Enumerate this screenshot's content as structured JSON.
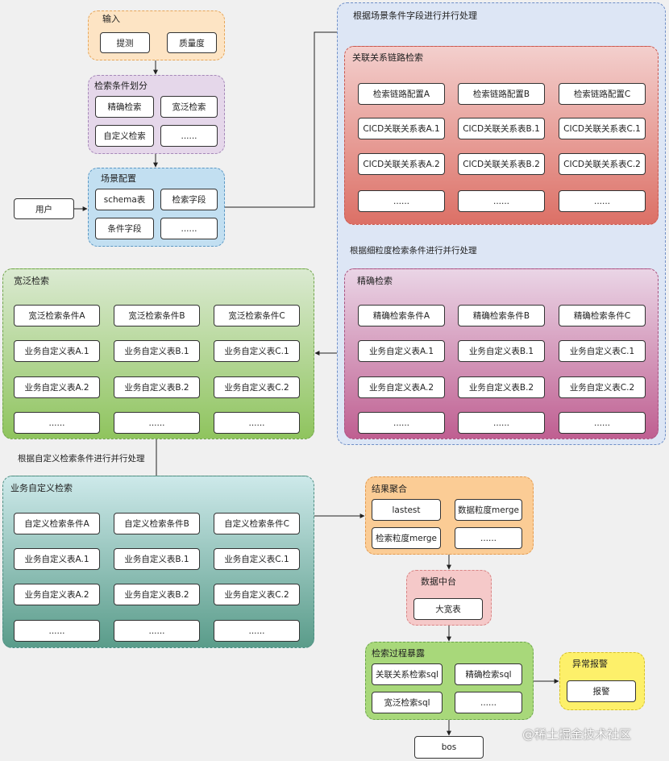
{
  "input": {
    "title": "输入",
    "probe": "提测",
    "quality": "质量度"
  },
  "conditions": {
    "title": "检索条件划分",
    "items": [
      "精确检索",
      "宽泛检索",
      "自定义检索",
      "......"
    ]
  },
  "scene": {
    "title": "场景配置",
    "items": [
      "schema表",
      "检索字段",
      "条件字段",
      "......"
    ]
  },
  "user": "用户",
  "outer_label": "根据场景条件字段进行并行处理",
  "chain": {
    "title": "关联关系链路检索",
    "columns": [
      [
        "检索链路配置A",
        "CICD关联关系表A.1",
        "CICD关联关系表A.2",
        "......"
      ],
      [
        "检索链路配置B",
        "CICD关联关系表B.1",
        "CICD关联关系表B.2",
        "......"
      ],
      [
        "检索链路配置C",
        "CICD关联关系表C.1",
        "CICD关联关系表C.2",
        "......"
      ]
    ]
  },
  "fine_label": "根据细粒度检索条件进行并行处理",
  "exact": {
    "title": "精确检索",
    "columns": [
      [
        "精确检索条件A",
        "业务自定义表A.1",
        "业务自定义表A.2",
        "......"
      ],
      [
        "精确检索条件B",
        "业务自定义表B.1",
        "业务自定义表B.2",
        "......"
      ],
      [
        "精确检索条件C",
        "业务自定义表C.1",
        "业务自定义表C.2",
        "......"
      ]
    ]
  },
  "broad": {
    "title": "宽泛检索",
    "columns": [
      [
        "宽泛检索条件A",
        "业务自定义表A.1",
        "业务自定义表A.2",
        "......"
      ],
      [
        "宽泛检索条件B",
        "业务自定义表B.1",
        "业务自定义表B.2",
        "......"
      ],
      [
        "宽泛检索条件C",
        "业务自定义表C.1",
        "业务自定义表C.2",
        "......"
      ]
    ]
  },
  "custom_label": "根据自定义检索条件进行并行处理",
  "custom": {
    "title": "业务自定义检索",
    "columns": [
      [
        "自定义检索条件A",
        "业务自定义表A.1",
        "业务自定义表A.2",
        "......"
      ],
      [
        "自定义检索条件B",
        "业务自定义表B.1",
        "业务自定义表B.2",
        "......"
      ],
      [
        "自定义检索条件C",
        "业务自定义表C.1",
        "业务自定义表C.2",
        "......"
      ]
    ]
  },
  "agg": {
    "title": "结果聚合",
    "items": [
      "lastest",
      "数据粒度merge",
      "检索粒度merge",
      "......"
    ]
  },
  "mid": {
    "title": "数据中台",
    "item": "大宽表"
  },
  "expose": {
    "title": "检索过程暴露",
    "items": [
      "关联关系检索sql",
      "精确检索sql",
      "宽泛检索sql",
      "......"
    ]
  },
  "alarm": {
    "title": "异常报警",
    "item": "报警"
  },
  "bos": "bos",
  "watermark": "@稀土掘金技术社区"
}
